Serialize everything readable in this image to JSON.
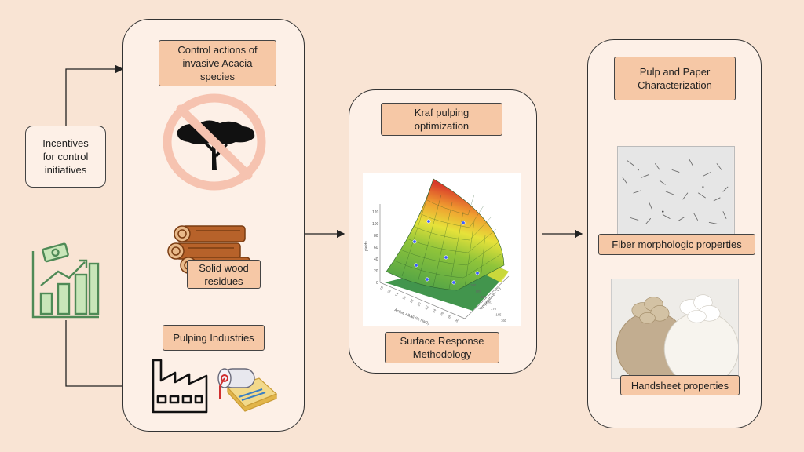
{
  "incentives": {
    "label": "Incentives\nfor control\ninitiatives"
  },
  "panel1": {
    "control_label": "Control actions of\ninvasive Acacia\nspecies",
    "wood_label": "Solid wood\nresidues",
    "industries_label": "Pulping Industries"
  },
  "panel2": {
    "kraft_label": "Kraf pulping\noptimization",
    "rsm_label": "Surface Response\nMethodology",
    "chart": {
      "zlabel": "yields",
      "xlabel": "Active Alkali (% NaO)",
      "ylabel": "Temperature (°C)",
      "zticks": [
        "120",
        "100",
        "80",
        "60",
        "40",
        "20",
        "0"
      ],
      "xticks": [
        "10",
        "12",
        "14",
        "16",
        "18",
        "20",
        "22",
        "24",
        "26",
        "28",
        "30"
      ],
      "yticks": [
        "160",
        "165",
        "170",
        "175",
        "180",
        "185",
        "190"
      ]
    }
  },
  "panel3": {
    "characterization_label": "Pulp and Paper\nCharacterization",
    "fiber_label": "Fiber morphologic properties",
    "handsheet_label": "Handsheet properties"
  },
  "icons": [
    "no-tree-icon",
    "wood-logs-icon",
    "factory-icon",
    "paper-roll-icon",
    "money-growth-chart-icon",
    "arrow-icon"
  ],
  "colors": {
    "background": "#f9e4d4",
    "panel": "#fdf0e7",
    "label_box": "#f6c8a6",
    "no_sign": "#f6c3b0",
    "chart_green": "#4aa05a"
  }
}
